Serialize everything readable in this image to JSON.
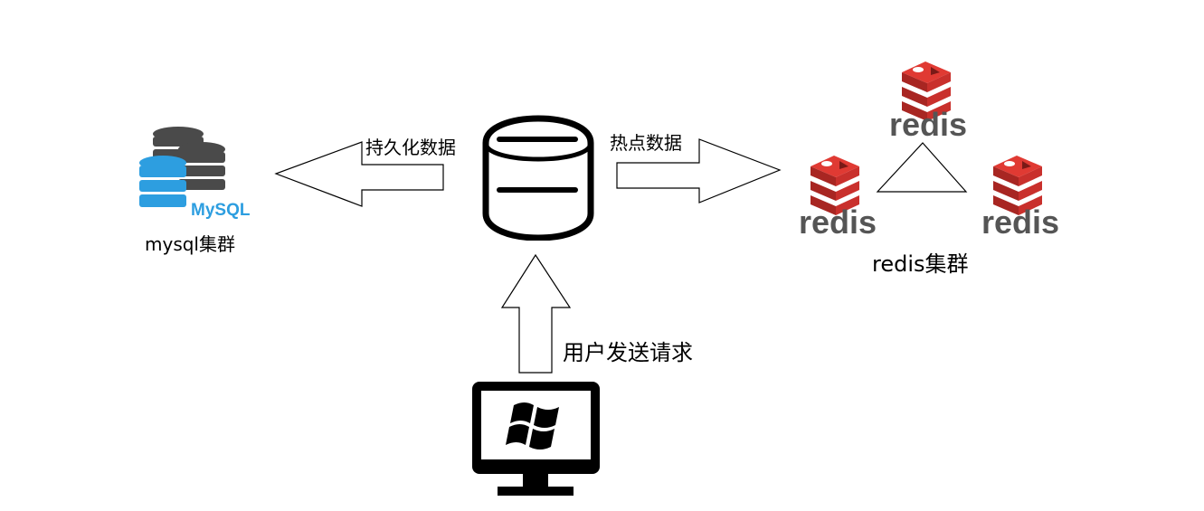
{
  "mysql": {
    "logo_text": "MySQL",
    "caption": "mysql集群"
  },
  "server": {
    "persist_label": "持久化数据",
    "hot_label": "热点数据"
  },
  "client": {
    "request_label": "用户发送请求"
  },
  "redis": {
    "node_top_text": "redis",
    "node_left_text": "redis",
    "node_right_text": "redis",
    "caption": "redis集群"
  },
  "colors": {
    "mysql_blue": "#2d9ee0",
    "mysql_dark": "#4a4a4a",
    "redis_red": "#c9302c",
    "redis_text": "#555555"
  }
}
